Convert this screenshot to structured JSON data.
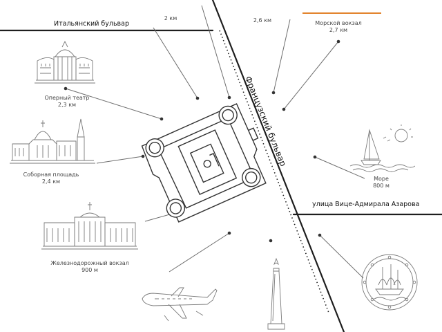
{
  "colors": {
    "street_line": "#1e1e1e",
    "connector_line": "#6e6e6e",
    "icon_stroke": "#7a7a7a",
    "accent": "#e2832b"
  },
  "streets": {
    "italian_blvd": "Итальянский бульвар",
    "french_blvd": "Французский бульвар",
    "azarov_st": "улица Вице-Адмирала Азарова"
  },
  "landmarks": {
    "top_left": {
      "distance": "2 км"
    },
    "top_center": {
      "distance": "2,6 км"
    },
    "sea_station": {
      "name": "Морской вокзал",
      "distance": "2,7 км"
    },
    "opera": {
      "name": "Оперный театр",
      "distance": "2,3 км"
    },
    "cathedral": {
      "name": "Соборная площадь",
      "distance": "2,4 км"
    },
    "railway": {
      "name": "Железнодорожный вокзал",
      "distance": "900 м"
    },
    "sea": {
      "name": "Море",
      "distance": "800 м"
    }
  },
  "icons": [
    "opera-theatre-icon",
    "cathedral-icon",
    "railway-station-icon",
    "sailboat-icon",
    "airplane-icon",
    "obelisk-icon",
    "ship-porthole-icon",
    "building-complex-icon"
  ]
}
